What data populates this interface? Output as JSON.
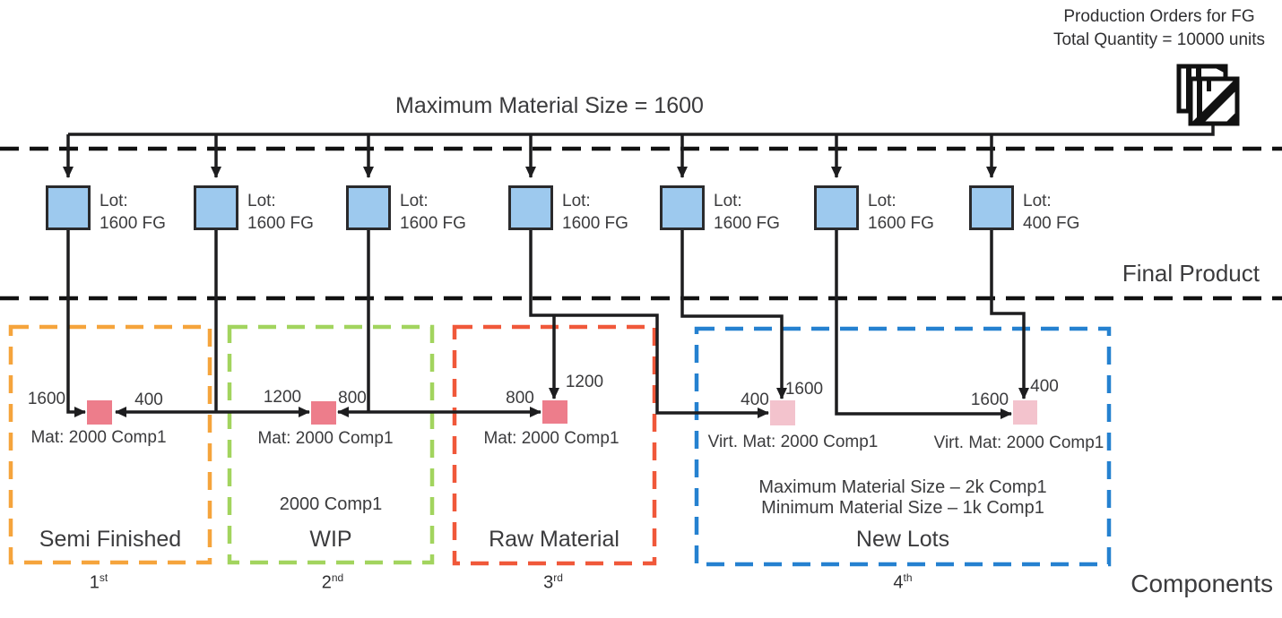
{
  "header": {
    "production_orders_line1": "Production Orders for FG",
    "production_orders_line2": "Total Quantity = 10000 units",
    "max_material_size_title": "Maximum Material Size = 1600"
  },
  "bands": {
    "final_product": "Final Product",
    "components": "Components"
  },
  "lots": [
    {
      "line1": "Lot:",
      "line2": "1600 FG"
    },
    {
      "line1": "Lot:",
      "line2": "1600 FG"
    },
    {
      "line1": "Lot:",
      "line2": "1600 FG"
    },
    {
      "line1": "Lot:",
      "line2": "1600 FG"
    },
    {
      "line1": "Lot:",
      "line2": "1600 FG"
    },
    {
      "line1": "Lot:",
      "line2": "1600 FG"
    },
    {
      "line1": "Lot:",
      "line2": "400 FG"
    }
  ],
  "flows": [
    {
      "id": "lot1-to-mat1",
      "qty": "1600"
    },
    {
      "id": "lot2-to-mat1",
      "qty": "400"
    },
    {
      "id": "lot2-to-mat2",
      "qty": "1200"
    },
    {
      "id": "lot3-to-mat2",
      "qty": "800"
    },
    {
      "id": "lot3-to-mat3",
      "qty": "800"
    },
    {
      "id": "lot4-to-mat3",
      "qty": "1200"
    },
    {
      "id": "lot4-to-vmat1",
      "qty": "400"
    },
    {
      "id": "lot5-to-vmat1",
      "qty": "1600"
    },
    {
      "id": "lot6-to-vmat2",
      "qty": "1600"
    },
    {
      "id": "lot7-to-vmat2",
      "qty": "400"
    }
  ],
  "groups": [
    {
      "name": "Semi Finished",
      "ordinal": "1",
      "ordinal_suffix": "st",
      "material_label": "Mat: 2000 Comp1",
      "border_color": "#f5a43c"
    },
    {
      "name": "WIP",
      "ordinal": "2",
      "ordinal_suffix": "nd",
      "material_label": "Mat: 2000 Comp1",
      "note": "2000 Comp1",
      "border_color": "#a2d45e"
    },
    {
      "name": "Raw Material",
      "ordinal": "3",
      "ordinal_suffix": "rd",
      "material_label": "Mat: 2000 Comp1",
      "border_color": "#f0583a"
    },
    {
      "name": "New Lots",
      "ordinal": "4",
      "ordinal_suffix": "th",
      "material_label_1": "Virt. Mat: 2000 Comp1",
      "material_label_2": "Virt. Mat: 2000 Comp1",
      "info_line1": "Maximum Material Size – 2k Comp1",
      "info_line2": "Minimum Material Size – 1k Comp1",
      "border_color": "#2581d0"
    }
  ],
  "icons": {
    "production_orders_icon": "production-orders-stacked-cards"
  },
  "colors": {
    "lot_fill": "#9dc9ee",
    "mat_fill": "#ed7d8b",
    "virtual_mat_fill": "#f3c3cd",
    "line": "#1d1d1f",
    "semi_finished_border": "#f5a43c",
    "wip_border": "#a2d45e",
    "raw_material_border": "#f0583a",
    "new_lots_border": "#2581d0"
  }
}
